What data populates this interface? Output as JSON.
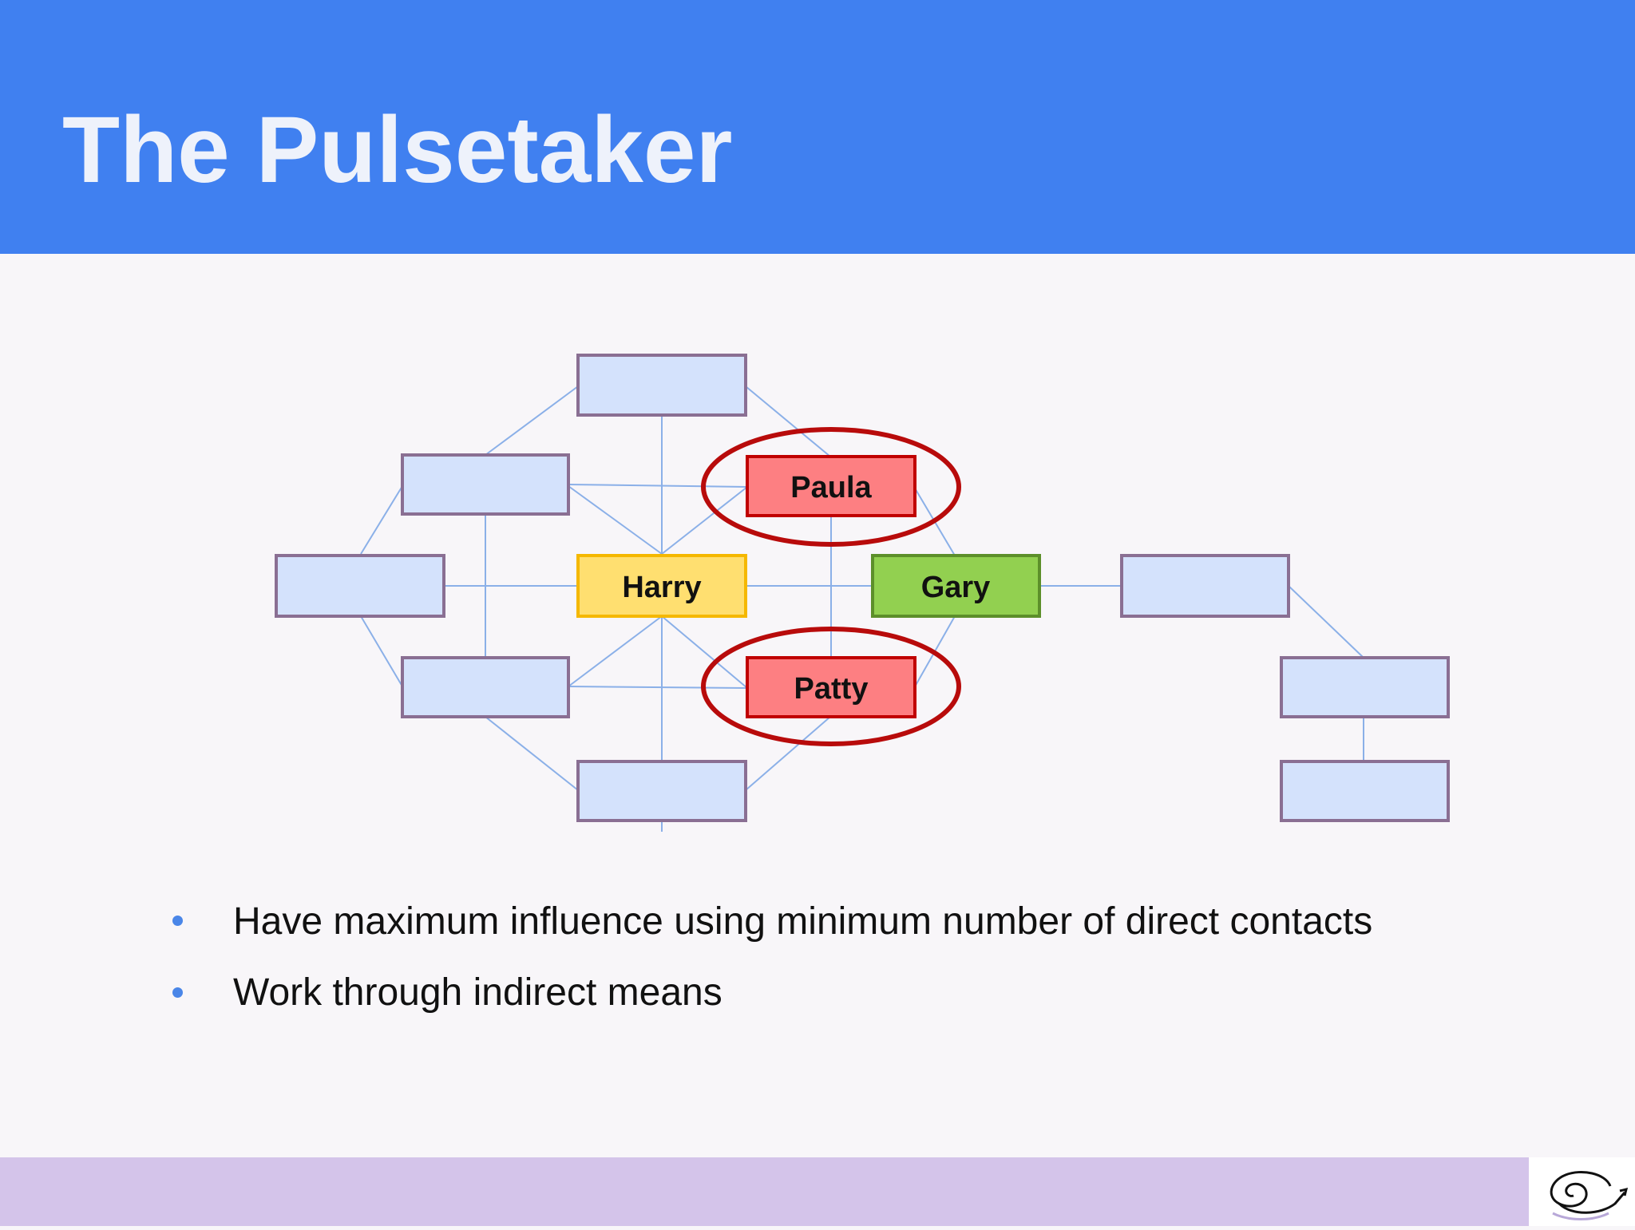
{
  "slide": {
    "title": "The Pulsetaker"
  },
  "diagram": {
    "nodes": {
      "paula": "Paula",
      "harry": "Harry",
      "gary": "Gary",
      "patty": "Patty"
    },
    "colors": {
      "blank_fill": "#d4e2fc",
      "blank_border": "#8a6f93",
      "edge": "#8bb0e8",
      "highlight_fill": "#fd7f82",
      "highlight_border": "#c00000",
      "harry_fill": "#ffdf70",
      "harry_border": "#f5b800",
      "gary_fill": "#92d050",
      "gary_border": "#5c8f2a",
      "ellipse": "#b80b0b"
    }
  },
  "bullets": [
    "Have maximum influence using minimum number of direct contacts",
    "Work through indirect means"
  ]
}
